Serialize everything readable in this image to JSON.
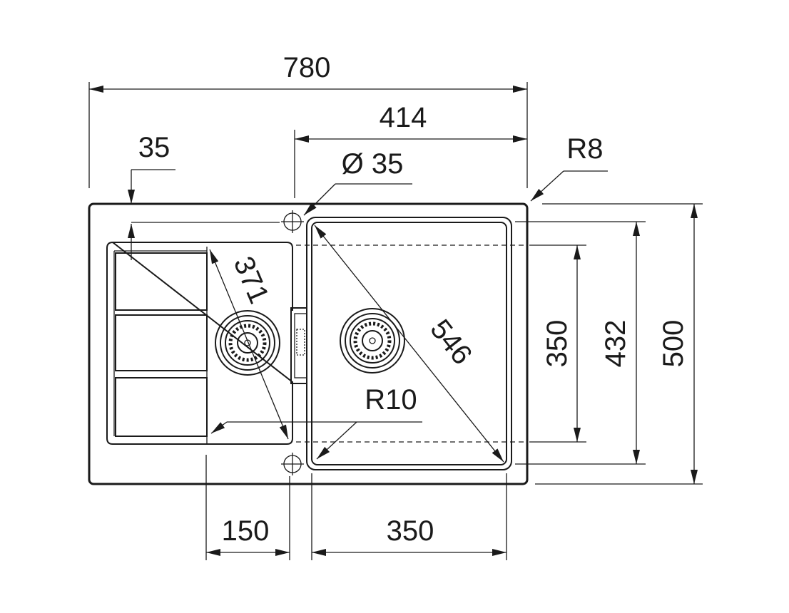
{
  "dimensions": {
    "overall_width": "780",
    "bowl_section_width": "414",
    "edge_offset": "35",
    "tap_hole": "Ø 35",
    "corner_radius_outer": "R8",
    "drainer_diagonal": "371",
    "bowl_diagonal": "546",
    "bowl_corner_radius": "R10",
    "bowl_depth": "350",
    "inner_depth": "432",
    "overall_depth": "500",
    "drainer_width": "150",
    "bowl_width": "350"
  },
  "colors": {
    "line": "#1a1a1a",
    "background": "#ffffff"
  }
}
